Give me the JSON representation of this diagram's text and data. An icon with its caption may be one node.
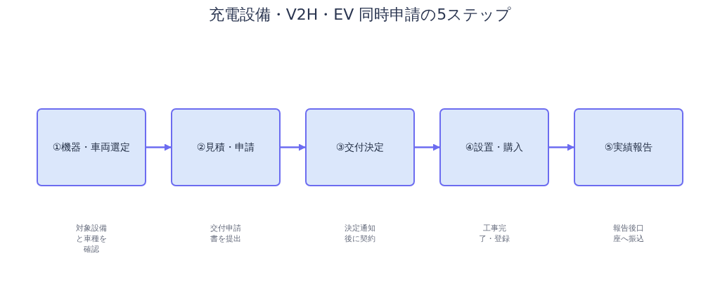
{
  "diagram": {
    "title": "充電設備・V2H・EV 同時申請の5ステップ",
    "nodes": [
      {
        "text": [
          "①機器・車両選定"
        ]
      },
      {
        "text": [
          "②見積・申請"
        ]
      },
      {
        "text": [
          "③交付決定"
        ]
      },
      {
        "text": [
          "④設置・購入"
        ]
      },
      {
        "text": [
          "⑤実績報告"
        ]
      }
    ],
    "edges": [
      {
        "from": 0,
        "to": 1,
        "arrow": "to"
      },
      {
        "from": 1,
        "to": 2,
        "arrow": "to"
      },
      {
        "from": 2,
        "to": 3,
        "arrow": "to"
      },
      {
        "from": 3,
        "to": 4,
        "arrow": "to"
      }
    ],
    "labels": [
      "対象設備と車種を確認",
      "交付申請書を提出",
      "決定通知後に契約",
      "工事完了・登録",
      "報告後口座へ振込"
    ]
  }
}
